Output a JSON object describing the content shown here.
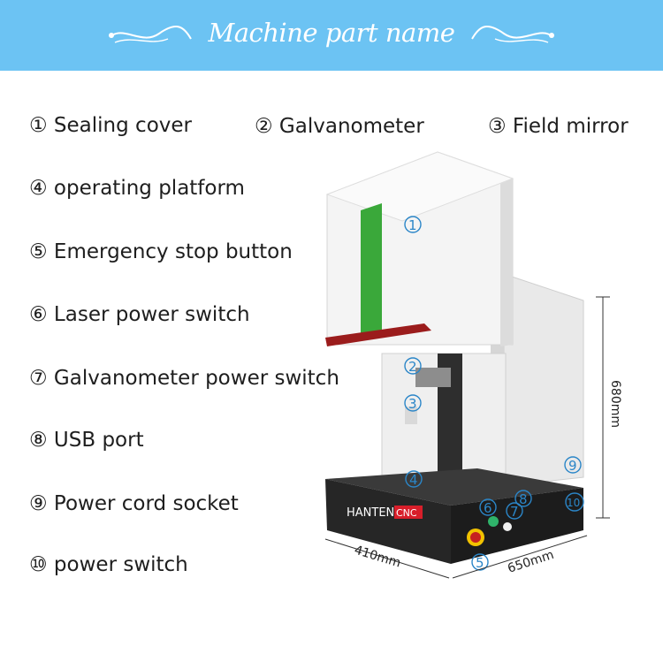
{
  "header": {
    "title": "Machine part name",
    "background": "#6cc3f3"
  },
  "parts": [
    "① Sealing cover",
    "② Galvanometer",
    "③ Field mirror",
    "④ operating platform",
    "⑤ Emergency stop button",
    "⑥ Laser power switch",
    "⑦ Galvanometer power switch",
    "⑧ USB port",
    "⑨ Power cord socket",
    "⑩ power switch"
  ],
  "callouts": {
    "c1": "1",
    "c2": "2",
    "c3": "3",
    "c4": "4",
    "c5": "5",
    "c6": "6",
    "c7": "7",
    "c8": "8",
    "c9": "9",
    "c10": "10"
  },
  "brand": {
    "name": "HANTEN",
    "suffix": "CNC"
  },
  "dimensions": {
    "height": "680mm",
    "width": "410mm",
    "depth": "650mm"
  },
  "colors": {
    "accent": "#2b86c8",
    "window": "#3aa83a",
    "handle": "#9b1c1c",
    "brand_badge": "#d81e2a"
  }
}
